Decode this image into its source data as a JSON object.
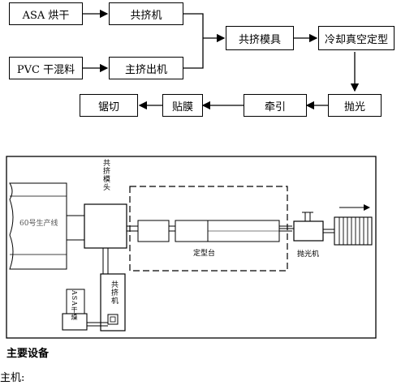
{
  "flow": {
    "asa_dry": "ASA 烘干",
    "coex_extruder": "共挤机",
    "pvc_mix": "PVC 干混料",
    "main_extruder": "主挤出机",
    "coex_die": "共挤模具",
    "cooling_vacuum_sizing": "冷却真空定型",
    "polishing": "抛光",
    "haul_off": "牵引",
    "laminating": "贴膜",
    "sawing": "锯切"
  },
  "layout": {
    "production_line": "60号生产线",
    "coex_head": "共挤模头",
    "sizing_table": "定型台",
    "polisher": "抛光机",
    "coex_machine": "共挤机",
    "asa_dryer": "ASA干燥"
  },
  "text": {
    "main_equipment": "主要设备",
    "main_machine": "主机:"
  }
}
